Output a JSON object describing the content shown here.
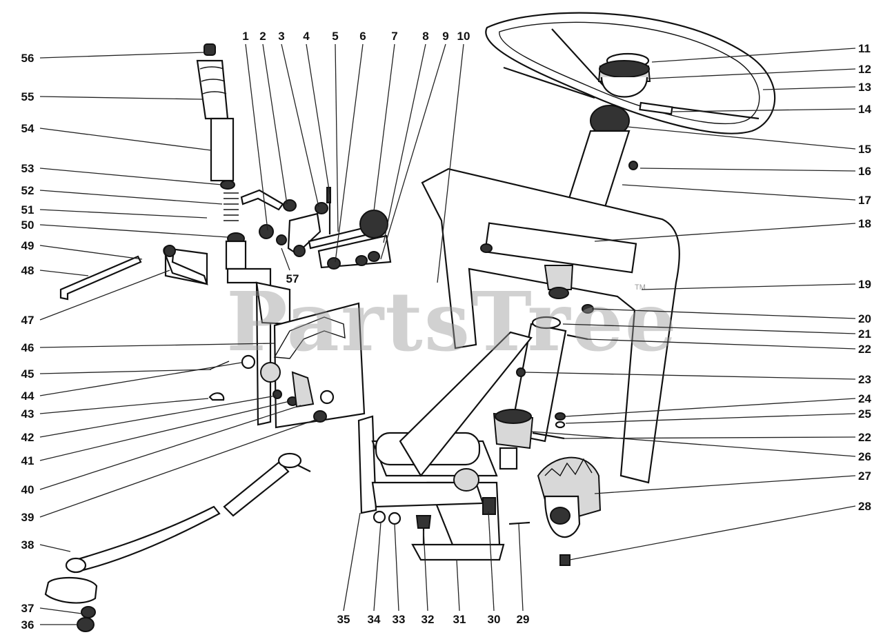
{
  "watermark": {
    "text": "PartsTree",
    "trademark": "TM"
  },
  "callouts": [
    {
      "n": "1"
    },
    {
      "n": "2"
    },
    {
      "n": "3"
    },
    {
      "n": "4"
    },
    {
      "n": "5"
    },
    {
      "n": "6"
    },
    {
      "n": "7"
    },
    {
      "n": "8"
    },
    {
      "n": "9"
    },
    {
      "n": "10"
    },
    {
      "n": "11"
    },
    {
      "n": "12"
    },
    {
      "n": "13"
    },
    {
      "n": "14"
    },
    {
      "n": "15"
    },
    {
      "n": "16"
    },
    {
      "n": "17"
    },
    {
      "n": "18"
    },
    {
      "n": "19"
    },
    {
      "n": "20"
    },
    {
      "n": "21"
    },
    {
      "n": "22"
    },
    {
      "n": "23"
    },
    {
      "n": "24"
    },
    {
      "n": "25"
    },
    {
      "n": "22"
    },
    {
      "n": "26"
    },
    {
      "n": "27"
    },
    {
      "n": "28"
    },
    {
      "n": "29"
    },
    {
      "n": "30"
    },
    {
      "n": "31"
    },
    {
      "n": "32"
    },
    {
      "n": "33"
    },
    {
      "n": "34"
    },
    {
      "n": "35"
    },
    {
      "n": "36"
    },
    {
      "n": "37"
    },
    {
      "n": "38"
    },
    {
      "n": "39"
    },
    {
      "n": "40"
    },
    {
      "n": "41"
    },
    {
      "n": "42"
    },
    {
      "n": "43"
    },
    {
      "n": "44"
    },
    {
      "n": "45"
    },
    {
      "n": "46"
    },
    {
      "n": "47"
    },
    {
      "n": "48"
    },
    {
      "n": "49"
    },
    {
      "n": "50"
    },
    {
      "n": "51"
    },
    {
      "n": "52"
    },
    {
      "n": "53"
    },
    {
      "n": "54"
    },
    {
      "n": "55"
    },
    {
      "n": "56"
    },
    {
      "n": "57"
    }
  ]
}
